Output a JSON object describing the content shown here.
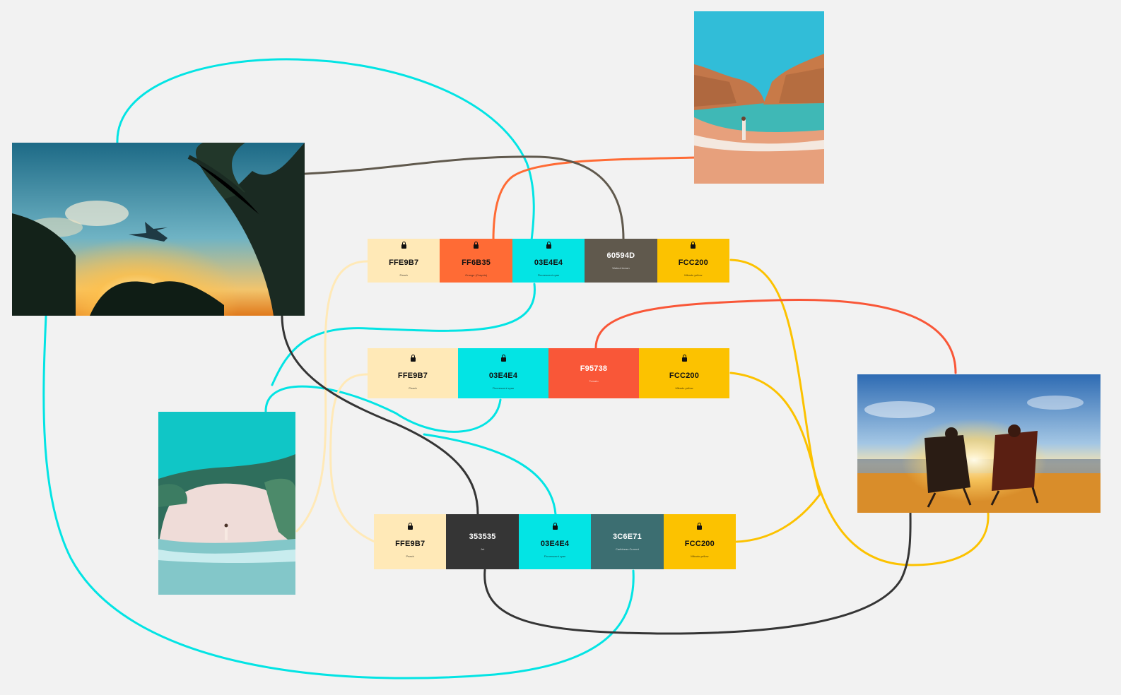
{
  "palettes": [
    {
      "swatches": [
        {
          "hex": "FFE9B7",
          "name": "Peach",
          "color": "#FFE9B7",
          "locked": true
        },
        {
          "hex": "FF6B35",
          "name": "Orange (Crayola)",
          "color": "#FF6B35",
          "locked": true
        },
        {
          "hex": "03E4E4",
          "name": "Fluorescent cyan",
          "color": "#03E4E4",
          "locked": true
        },
        {
          "hex": "60594D",
          "name": "Walnut brown",
          "color": "#60594D",
          "locked": false
        },
        {
          "hex": "FCC200",
          "name": "Mikado yellow",
          "color": "#FCC200",
          "locked": true
        }
      ]
    },
    {
      "swatches": [
        {
          "hex": "FFE9B7",
          "name": "Peach",
          "color": "#FFE9B7",
          "locked": true
        },
        {
          "hex": "03E4E4",
          "name": "Fluorescent cyan",
          "color": "#03E4E4",
          "locked": true
        },
        {
          "hex": "F95738",
          "name": "Tomato",
          "color": "#F95738",
          "locked": false
        },
        {
          "hex": "FCC200",
          "name": "Mikado yellow",
          "color": "#FCC200",
          "locked": true
        }
      ]
    },
    {
      "swatches": [
        {
          "hex": "FFE9B7",
          "name": "Peach",
          "color": "#FFE9B7",
          "locked": true
        },
        {
          "hex": "353535",
          "name": "Jet",
          "color": "#353535",
          "locked": false
        },
        {
          "hex": "03E4E4",
          "name": "Fluorescent cyan",
          "color": "#03E4E4",
          "locked": true
        },
        {
          "hex": "3C6E71",
          "name": "Caribbean Current",
          "color": "#3C6E71",
          "locked": false
        },
        {
          "hex": "FCC200",
          "name": "Mikado yellow",
          "color": "#FCC200",
          "locked": true
        }
      ]
    }
  ],
  "photos": [
    {
      "name": "photo-palm-airplane",
      "subject": "airplane over palm trees at sunset"
    },
    {
      "name": "photo-cliff-beach",
      "subject": "woman on beach between cliffs"
    },
    {
      "name": "photo-sand-dune",
      "subject": "person walking on sand dune beach"
    },
    {
      "name": "photo-sunset-chairs",
      "subject": "couple in beach chairs at sunset"
    }
  ],
  "connector_colors": {
    "cyan": "#03E4E4",
    "orange": "#FF6B35",
    "brown": "#60594D",
    "peach": "#FFE9B7",
    "yellow": "#FCC200",
    "tomato": "#F95738",
    "jet": "#353535"
  }
}
